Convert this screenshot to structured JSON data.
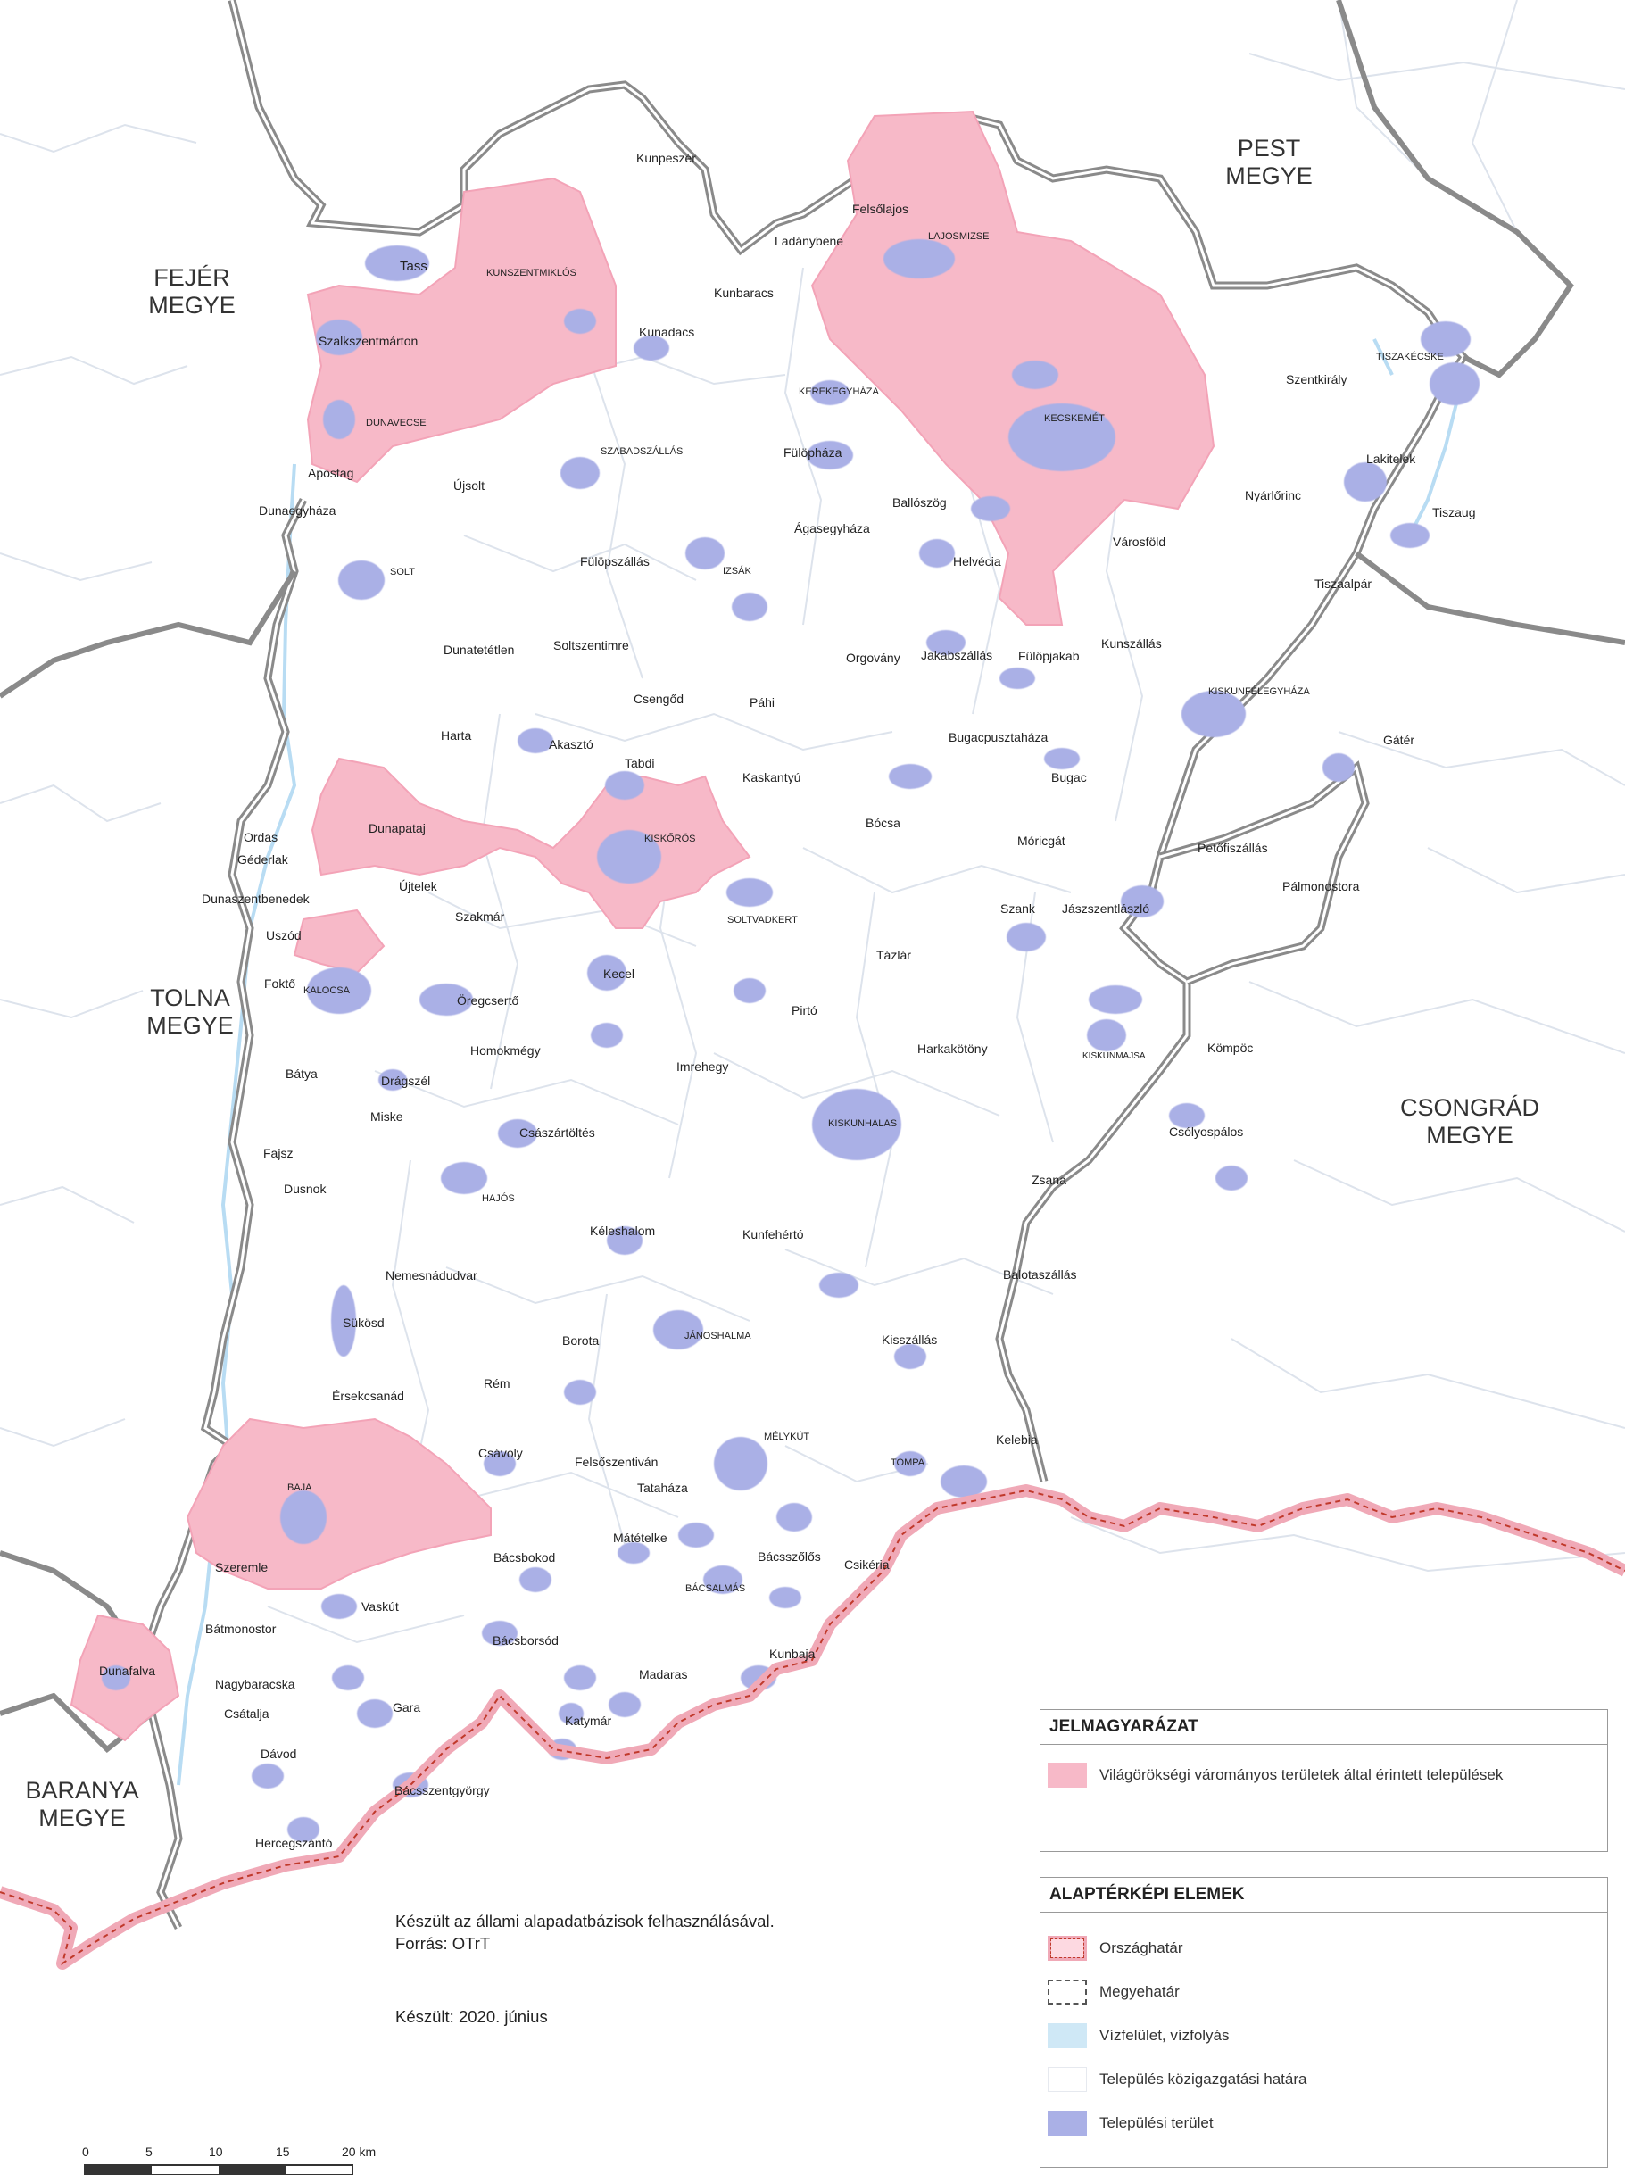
{
  "colors": {
    "heritage": "#f7b9c8",
    "settlement": "#aab0e6",
    "water": "#cfe8f6",
    "county_border": "#8a8a8a",
    "country_border": "#f0a9b7",
    "country_dash": "#c0392b"
  },
  "counties": [
    {
      "line1": "PEST",
      "line2": "MEGYE"
    },
    {
      "line1": "FEJÉR",
      "line2": "MEGYE"
    },
    {
      "line1": "TOLNA",
      "line2": "MEGYE"
    },
    {
      "line1": "CSONGRÁD",
      "line2": "MEGYE"
    },
    {
      "line1": "BARANYA",
      "line2": "MEGYE"
    }
  ],
  "places": [
    "Kunpeszér",
    "Tass",
    "KUNSZENTMIKLÓS",
    "Szalkszentmárton",
    "DUNAVECSE",
    "Apostag",
    "Dunaegyháza",
    "Újsolt",
    "SOLT",
    "Kunadacs",
    "Kunbaracs",
    "Ladánybene",
    "Felsőlajos",
    "LAJOSMIZSE",
    "KEREKEGYHÁZA",
    "SZABADSZÁLLÁS",
    "Fülöpháza",
    "KECSKEMÉT",
    "Ballószög",
    "Ágasegyháza",
    "Fülöpszállás",
    "IZSÁK",
    "Helvécia",
    "Városföld",
    "Nyárlőrinc",
    "Szentkirály",
    "TISZAKÉCSKE",
    "Lakitelek",
    "Tiszaug",
    "Tiszaalpár",
    "Dunatetétlen",
    "Soltszentimre",
    "Orgovány",
    "Jakabszállás",
    "Fülöpjakab",
    "Kunszállás",
    "KISKUNFÉLEGYHÁZA",
    "Csengőd",
    "Páhi",
    "Harta",
    "Akasztó",
    "Tabdi",
    "Bugacpusztaháza",
    "Bugac",
    "Gátér",
    "Kaskantyú",
    "Ordas",
    "Géderlak",
    "Dunapataj",
    "KISKŐRÖS",
    "Bócsa",
    "Móricgát",
    "Petőfiszállás",
    "Pálmonostora",
    "Dunaszentbenedek",
    "Újtelek",
    "Szakmár",
    "SOLTVADKERT",
    "Szank",
    "Jászszentlászló",
    "Uszód",
    "Foktő",
    "KALOCSA",
    "Öregcsertő",
    "Kecel",
    "Tázlár",
    "Pirtó",
    "Harkakötöny",
    "KISKUNMAJSA",
    "Kömpöc",
    "Bátya",
    "Drágszél",
    "Homokmégy",
    "Imrehegy",
    "Miske",
    "Császártöltés",
    "KISKUNHALAS",
    "Csólyospálos",
    "Fajsz",
    "Dusnok",
    "HAJÓS",
    "Zsana",
    "Kéleshalom",
    "Kunfehértó",
    "Nemesnádudvar",
    "Balotaszállás",
    "Sükösd",
    "Borota",
    "JÁNOSHALMA",
    "Kisszállás",
    "Rém",
    "Érsekcsanád",
    "MÉLYKÚT",
    "Kelebia",
    "Csávoly",
    "Felsőszentiván",
    "TOMPA",
    "BAJA",
    "Tataháza",
    "Mátételke",
    "Szeremle",
    "Bácsbokod",
    "Bácsszőlős",
    "Csikéria",
    "BÁCSALMÁS",
    "Vaskút",
    "Bátmonostor",
    "Bácsborsód",
    "Kunbaja",
    "Dunafalva",
    "Nagybaracska",
    "Madaras",
    "Csátalja",
    "Gara",
    "Katymár",
    "Dávod",
    "Bácsszentgyörgy",
    "Hercegszántó"
  ],
  "notes": {
    "line1": "Készült az állami alapadatbázisok felhasználásával.",
    "line2": "Forrás: OTrT",
    "date": "Készült:  2020. június"
  },
  "legend": {
    "title": "JELMAGYARÁZAT",
    "item": "Világörökségi várományos területek által érintett települések",
    "base_title": "ALAPTÉRKÉPI ELEMEK",
    "base_items": [
      "Országhatár",
      "Megyehatár",
      "Vízfelület, vízfolyás",
      "Település közigazgatási határa",
      "Települési terület"
    ]
  },
  "scale": {
    "labels": [
      "0",
      "5",
      "10",
      "15",
      "20 km"
    ]
  }
}
